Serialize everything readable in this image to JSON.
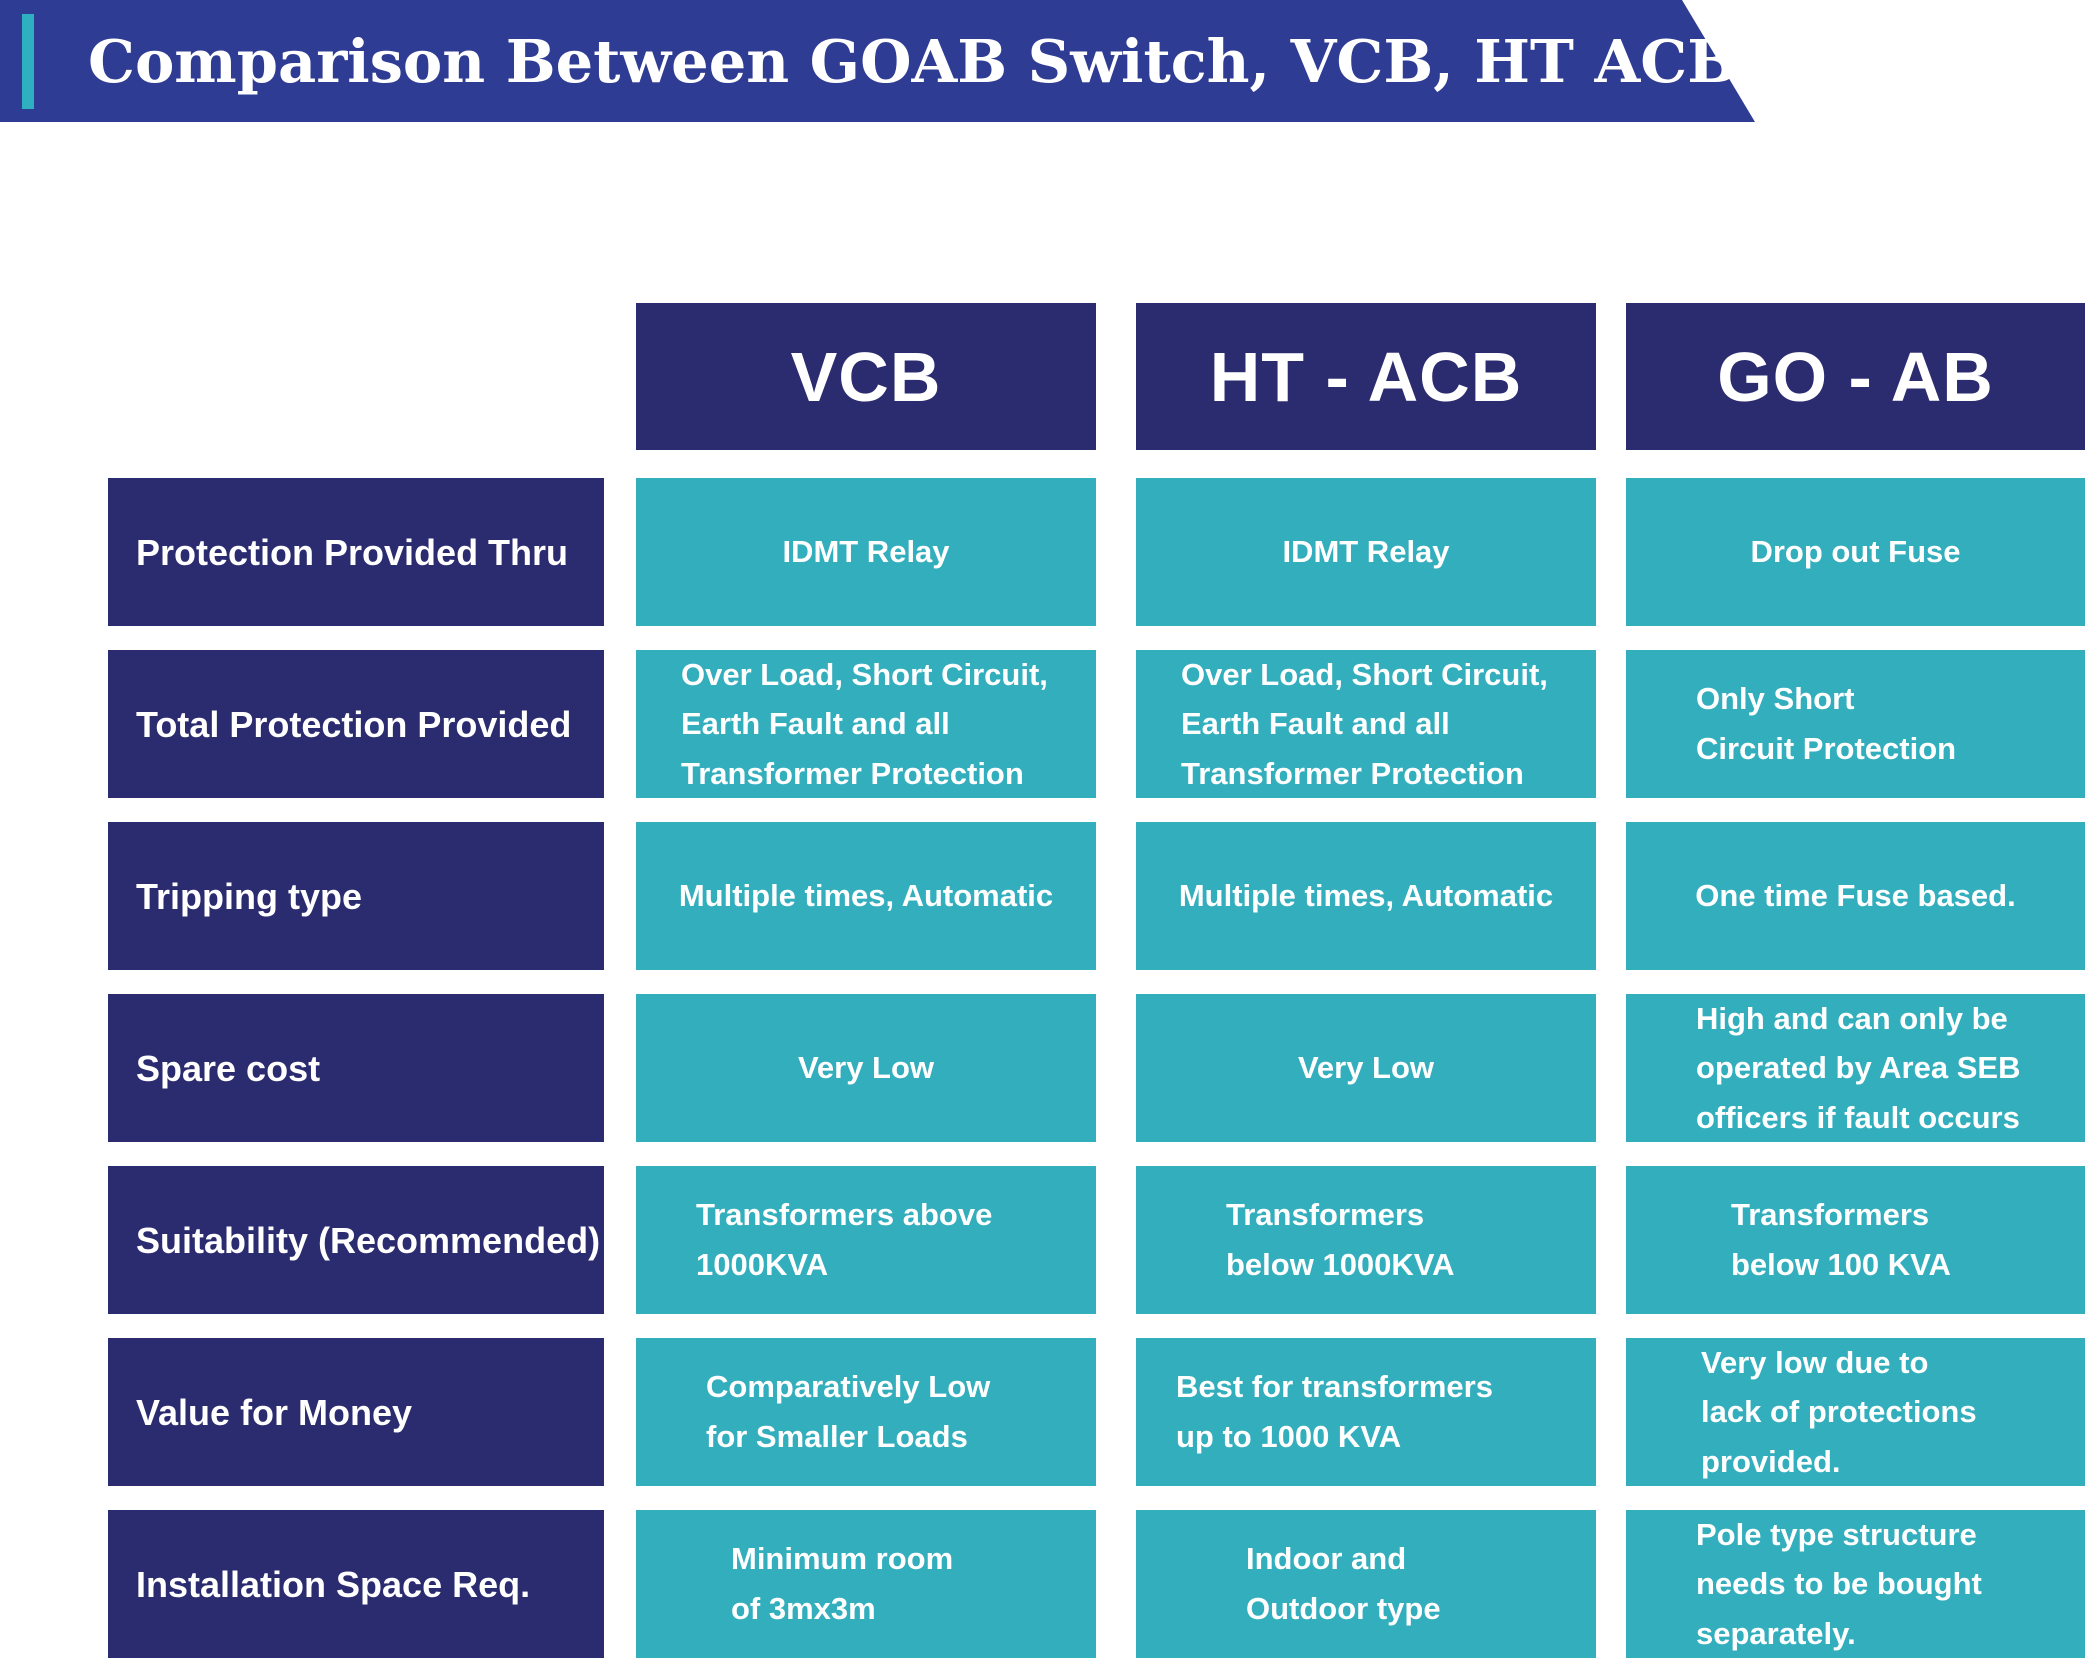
{
  "title": "Comparison Between GOAB Switch, VCB, HT ACB",
  "colors": {
    "banner_blue": "#2f3c94",
    "header_navy": "#2b2b70",
    "cell_teal": "#33aebd",
    "accent_teal": "#2fb0c0",
    "text": "#ffffff"
  },
  "table": {
    "headers": [
      "VCB",
      "HT - ACB",
      "GO - AB"
    ],
    "rows": [
      {
        "label": "Protection Provided Thru",
        "vcb": "IDMT Relay",
        "ht_acb": "IDMT Relay",
        "go_ab": "Drop out Fuse"
      },
      {
        "label": "Total Protection Provided",
        "vcb": "Over Load, Short Circuit,\nEarth Fault and all\nTransformer Protection",
        "ht_acb": "Over Load, Short Circuit,\nEarth Fault and all\nTransformer Protection",
        "go_ab": "Only Short\nCircuit Protection"
      },
      {
        "label": "Tripping type",
        "vcb": "Multiple times, Automatic",
        "ht_acb": "Multiple times, Automatic",
        "go_ab": "One time Fuse based."
      },
      {
        "label": "Spare cost",
        "vcb": "Very Low",
        "ht_acb": "Very Low",
        "go_ab": "High and can only be\noperated by Area SEB\nofficers if fault occurs"
      },
      {
        "label": "Suitability (Recommended)",
        "vcb": "Transformers above\n1000KVA",
        "ht_acb": "Transformers\nbelow 1000KVA",
        "go_ab": "Transformers\nbelow 100 KVA"
      },
      {
        "label": "Value for Money",
        "vcb": "Comparatively Low\nfor Smaller Loads",
        "ht_acb": "Best for transformers\nup to 1000 KVA",
        "go_ab": "Very low due to\nlack of protections\nprovided."
      },
      {
        "label": "Installation Space Req.",
        "vcb": "Minimum room\nof 3mx3m",
        "ht_acb": "Indoor and\nOutdoor type",
        "go_ab": "Pole type structure\nneeds to be bought\nseparately."
      }
    ]
  }
}
